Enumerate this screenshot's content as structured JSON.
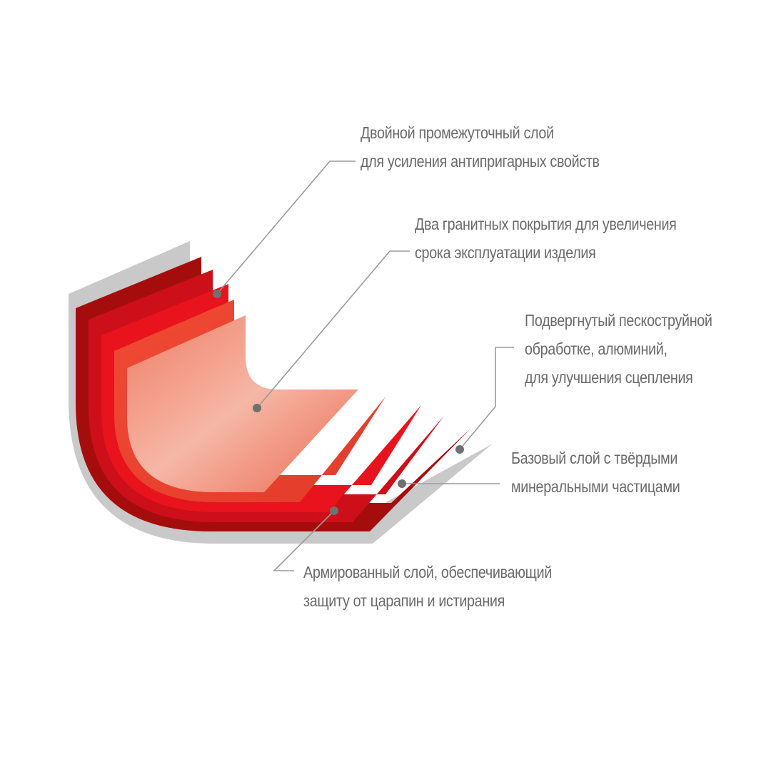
{
  "callouts": [
    {
      "id": "double-intermediate-layer",
      "lines": [
        "Двойной промежуточный слой",
        "для усиления антипригарных свойств"
      ]
    },
    {
      "id": "two-granite-coatings",
      "lines": [
        "Два гранитных покрытия для увеличения",
        "срока эксплуатации изделия"
      ]
    },
    {
      "id": "sandblasted-aluminium",
      "lines": [
        "Подвергнутый пескоструйной",
        "обработке, алюминий,",
        "для улучшения сцепления"
      ]
    },
    {
      "id": "base-layer-mineral",
      "lines": [
        "Базовый слой с твёрдыми",
        "минеральными частицами"
      ]
    },
    {
      "id": "reinforced-layer",
      "lines": [
        "Армированный слой, обеспечивающий",
        "защиту от царапин и истирания"
      ]
    }
  ],
  "colors": {
    "text": "#6b6b6b",
    "leader": "#9a9a9a",
    "dot": "#707070",
    "aluminium": "#c9c9c9",
    "dark_red": "#a50d0d",
    "red": "#d4101a",
    "bright_red": "#e8131d",
    "coral": "#ec5a44",
    "light_coral": "#f3a38f"
  }
}
